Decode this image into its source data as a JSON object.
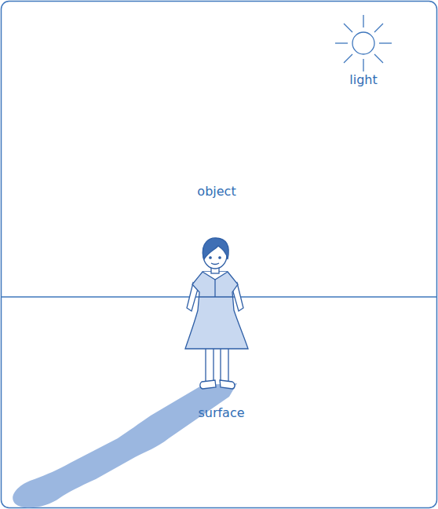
{
  "diagram": {
    "labels": [
      "light",
      "object",
      "surface"
    ]
  }
}
